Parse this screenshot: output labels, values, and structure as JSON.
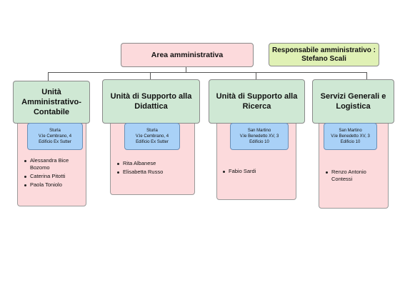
{
  "top_unit": {
    "label": "Area amministrativa"
  },
  "responsible": {
    "line1": "Responsabile amministrativo :",
    "line2": "Stefano Scali"
  },
  "units": [
    {
      "title": [
        "Unità",
        "Amministrativo-",
        "Contabile"
      ],
      "location": [
        "Sturla",
        "V.le Cembrano, 4",
        "Edificio Ex Sutter"
      ],
      "staff": [
        [
          "Alessandra Bice",
          "Bozomo"
        ],
        [
          "Caterina Pitotti"
        ],
        [
          "Paola Toniolo"
        ]
      ]
    },
    {
      "title": [
        "Unità di Supporto alla",
        "Didattica"
      ],
      "location": [
        "Sturla",
        "V.le Cembrano, 4",
        "Edificio Ex Sutter"
      ],
      "staff": [
        [
          "Rita Albanese"
        ],
        [
          "Elisabetta Russo"
        ]
      ]
    },
    {
      "title": [
        "Unità di Supporto alla",
        "Ricerca"
      ],
      "location": [
        "San Martino",
        "V.le Benedetto XV, 3",
        "Edificio 10"
      ],
      "staff": [
        [
          "Fabio Sardi"
        ]
      ]
    },
    {
      "title": [
        "Servizi Generali e",
        "Logistica"
      ],
      "location": [
        "San Martino",
        "V.le Benedetto XV, 3",
        "Edificio 10"
      ],
      "staff": [
        [
          "Renzo Antonio",
          "Contessi"
        ]
      ]
    }
  ]
}
